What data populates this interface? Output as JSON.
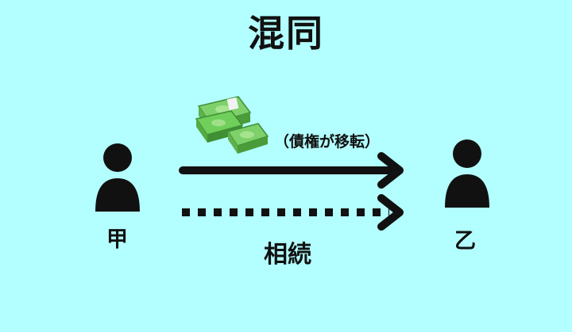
{
  "title": "混同",
  "transfer_note": "（債権が移転）",
  "relation_label": "相続",
  "persons": {
    "left": {
      "label": "甲",
      "icon": "person-icon"
    },
    "right": {
      "label": "乙",
      "icon": "person-icon"
    }
  },
  "money_icon": "money-stack-icon",
  "colors": {
    "background": "#b3fefe",
    "ink": "#111111",
    "money_green": "#6fcf5a"
  }
}
